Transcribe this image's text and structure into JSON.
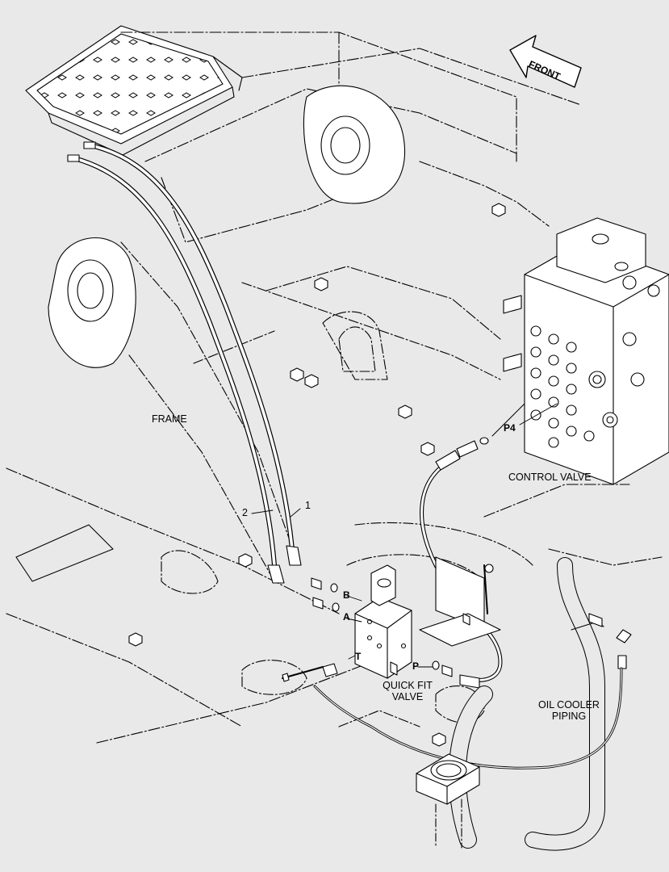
{
  "labels": {
    "front": "FRONT",
    "frame": "FRAME",
    "control_valve": "CONTROL VALVE",
    "p4": "P4",
    "callout_1": "1",
    "callout_2": "2",
    "port_b": "B",
    "port_a": "A",
    "port_t": "T",
    "port_p": "P",
    "quick_fit_valve_line1": "QUICK FIT",
    "quick_fit_valve_line2": "VALVE",
    "oil_cooler_line1": "OIL COOLER",
    "oil_cooler_line2": "PIPING"
  },
  "colors": {
    "background": "#e9e9e9",
    "line": "#000000",
    "part_fill": "#ffffff"
  }
}
